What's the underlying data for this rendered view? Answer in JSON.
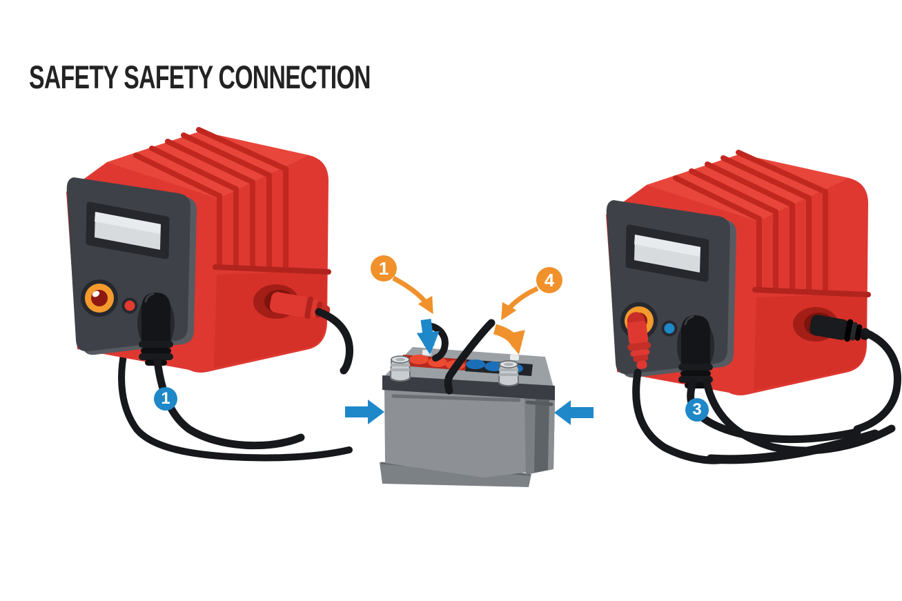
{
  "title": "SAFETY SAFETY CONNECTION",
  "badges": {
    "orange_step_1": "1",
    "orange_step_4": "4",
    "blue_step_1": "1",
    "blue_step_3": "3"
  },
  "colors": {
    "charger_red": "#DE3831",
    "charger_red_dark": "#B1241E",
    "panel_gray": "#3E4148",
    "lcd_gray": "#D7DBDE",
    "accent_orange": "#F0912C",
    "accent_blue": "#1E88C9",
    "battery_gray": "#8D9196",
    "cable_black": "#17181B",
    "background": "#FFFFFF",
    "title_color": "#232323"
  }
}
